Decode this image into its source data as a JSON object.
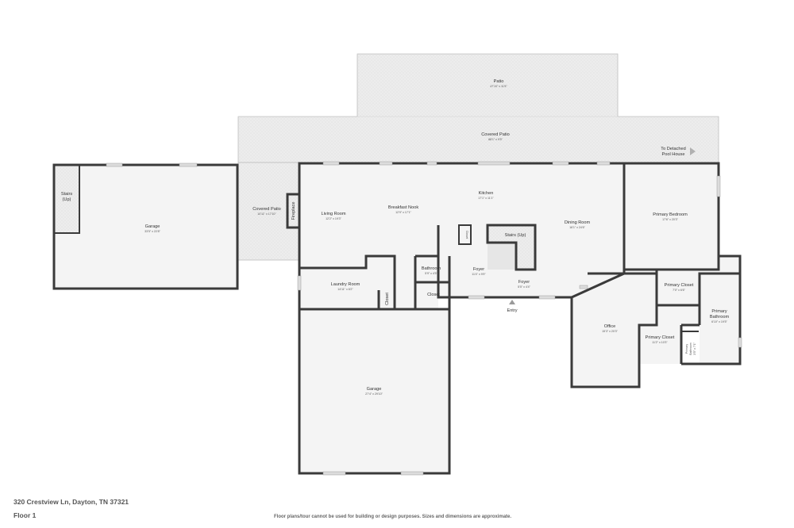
{
  "rooms": {
    "patio": {
      "name": "Patio",
      "dim": "47'10\" x 11'5\""
    },
    "covered_patio_top": {
      "name": "Covered Patio",
      "dim": "88'1\" x 9'5\""
    },
    "to_pool_house": {
      "line1": "To Detached",
      "line2": "Pool House"
    },
    "stairs_left": {
      "line1": "Stairs",
      "line2": "(Up)"
    },
    "garage_left": {
      "name": "Garage",
      "dim": "33'5\" x 22'8\""
    },
    "covered_patio_left": {
      "name": "Covered Patio",
      "dim": "10'11\" x 17'10\""
    },
    "fireplace": {
      "name": "Fireplace"
    },
    "living_room": {
      "name": "Living Room",
      "dim": "12'2\" x 19'3\""
    },
    "breakfast_nook": {
      "name": "Breakfast Nook",
      "dim": "12'9\" x 17'1\""
    },
    "kitchen": {
      "name": "Kitchen",
      "dim": "17'1\" x 11'1\""
    },
    "dining_room": {
      "name": "Dining Room",
      "dim": "16'1\" x 24'6\""
    },
    "primary_bedroom": {
      "name": "Primary Bedroom",
      "dim": "17'6\" x 20'3\""
    },
    "closet_kitchen": {
      "name": "Closet"
    },
    "stairs_center": {
      "name": "Stairs (Up)"
    },
    "bathroom": {
      "name": "Bathroom",
      "dim": "5'9\" x 4'5\""
    },
    "foyer_main": {
      "name": "Foyer",
      "dim": "11'4\" x 9'9\""
    },
    "foyer_small": {
      "name": "Foyer",
      "dim": "5'5\" x 4'4\""
    },
    "entry": {
      "name": "Entry"
    },
    "laundry_room": {
      "name": "Laundry Room",
      "dim": "14'11\" x 6'2\""
    },
    "closet_laundry": {
      "name": "Closet"
    },
    "closet_hall": {
      "name": "Closet"
    },
    "office": {
      "name": "Office",
      "dim": "15'3\" x 20'3\""
    },
    "primary_closet_top": {
      "name": "Primary Closet",
      "dim": "7'0\" x 6'6\""
    },
    "primary_bathroom": {
      "line1": "Primary",
      "line2": "Bathroom",
      "dim": "6'10\" x 19'5\""
    },
    "primary_closet_bottom": {
      "name": "Primary Closet",
      "dim": "11'2\" x 10'3\""
    },
    "primary_bathroom_small": {
      "line1": "Primary",
      "line2": "Bathroom",
      "dim": "3'5\" x 7'1\""
    },
    "garage_main": {
      "name": "Garage",
      "dim": "27'4\" x 29'10\""
    }
  },
  "footer": {
    "address": "320 Crestview Ln, Dayton, TN 37321",
    "floor": "Floor 1",
    "disclaimer": "Floor plans/tour cannot be used for building or design purposes. Sizes and dimensions are approximate."
  },
  "colors": {
    "wall": "#3a3a3a",
    "floor": "#f4f4f4",
    "patio": "#ededed",
    "text": "#333333"
  }
}
